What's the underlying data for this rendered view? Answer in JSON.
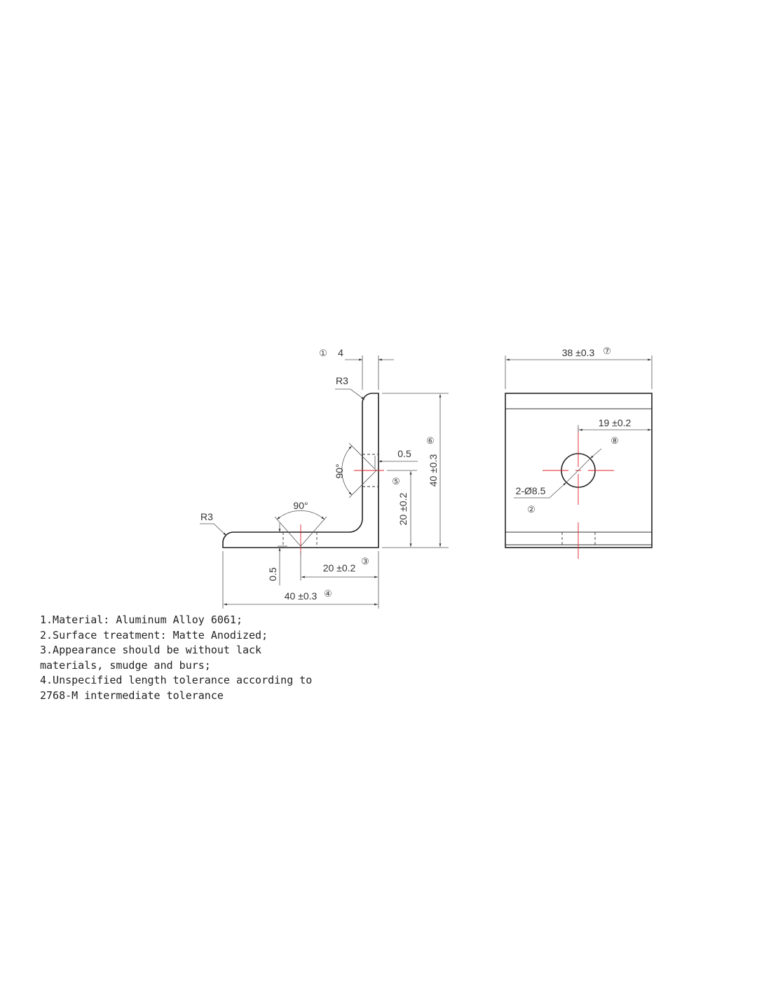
{
  "side_view": {
    "thickness": {
      "callout": "①",
      "value": "4"
    },
    "radius_top": "R3",
    "radius_left": "R3",
    "notch_depth_vertical": "0.5",
    "notch_depth_horizontal": "0.5",
    "angle_vertical": "90°",
    "angle_horizontal": "90°",
    "height_total": {
      "value": "40 ±0.3",
      "callout": "⑥"
    },
    "notch_height": {
      "value": "20 ±0.2",
      "callout": "⑤"
    },
    "notch_offset": {
      "value": "20 ±0.2",
      "callout": "③"
    },
    "width_total": {
      "value": "40 ±0.3",
      "callout": "④"
    }
  },
  "front_view": {
    "width": {
      "value": "38 ±0.3",
      "callout": "⑦"
    },
    "hole_offset": {
      "value": "19 ±0.2",
      "callout": "⑧"
    },
    "hole": {
      "value": "2-Ø8.5",
      "callout": "②"
    }
  },
  "notes": [
    "1.Material: Aluminum Alloy 6061;",
    "2.Surface treatment: Matte Anodized;",
    "3.Appearance should be without lack",
    "materials, smudge and burs;",
    "4.Unspecified length tolerance according to",
    "2768-M intermediate tolerance"
  ]
}
